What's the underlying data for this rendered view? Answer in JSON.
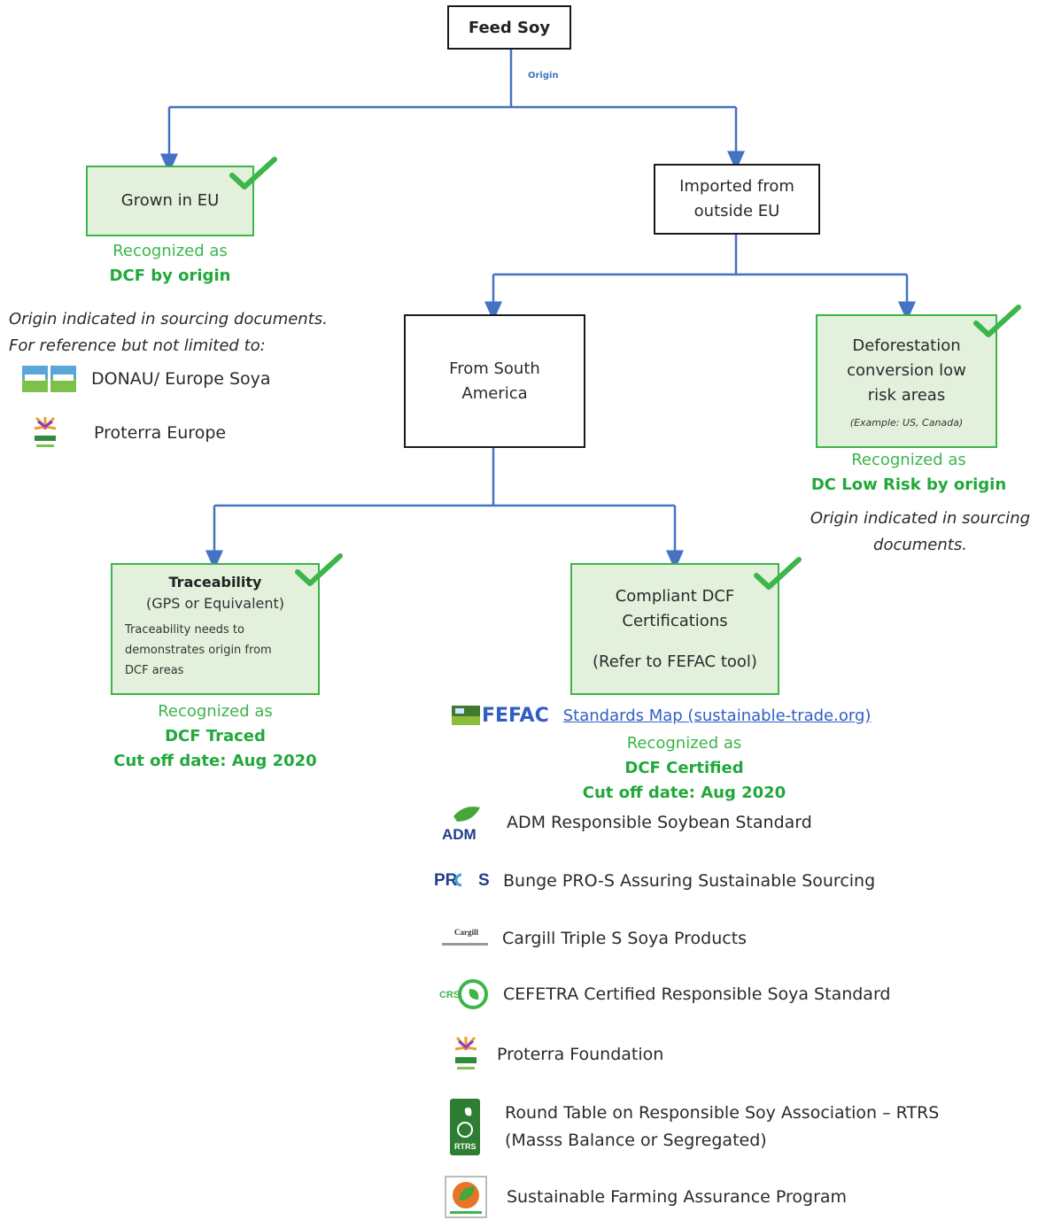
{
  "root": {
    "title": "Feed Soy",
    "edge_label": "Origin"
  },
  "grown_eu": {
    "label": "Grown in EU",
    "recognized": "Recognized as",
    "status": "DCF by origin",
    "note_line1": "Origin indicated in sourcing documents.",
    "note_line2": "For reference but not limited to:",
    "refs": [
      {
        "icon": "donau-soya-logo",
        "label": "DONAU/ Europe Soya"
      },
      {
        "icon": "proterra-logo",
        "label": "Proterra Europe"
      }
    ]
  },
  "imported": {
    "line1": "Imported from",
    "line2": "outside EU"
  },
  "south_america": {
    "line1": "From South",
    "line2": "America"
  },
  "low_risk": {
    "line1": "Deforestation",
    "line2": "conversion low",
    "line3": "risk areas",
    "example": "(Example: US, Canada)",
    "recognized": "Recognized as",
    "status": "DC Low Risk by origin",
    "note_line1": "Origin indicated in sourcing",
    "note_line2": "documents."
  },
  "traceability": {
    "title": "Traceability",
    "subtitle": "(GPS or Equivalent)",
    "desc_line1": "Traceability needs to",
    "desc_line2": "demonstrates origin from",
    "desc_line3": "DCF areas",
    "recognized": "Recognized as",
    "status": "DCF Traced",
    "cutoff": "Cut off date: Aug 2020"
  },
  "certifications": {
    "line1": "Compliant DCF",
    "line2": "Certifications",
    "line3": "(Refer to FEFAC tool)",
    "fefac": "FEFAC",
    "link": "Standards Map (sustainable-trade.org)",
    "recognized": "Recognized as",
    "status": "DCF Certified",
    "cutoff": "Cut off date: Aug 2020",
    "standards": [
      {
        "icon": "adm-logo",
        "label": "ADM Responsible Soybean Standard"
      },
      {
        "icon": "bunge-pros-logo",
        "label": "Bunge PRO-S Assuring Sustainable Sourcing"
      },
      {
        "icon": "cargill-logo",
        "label": "Cargill Triple S Soya Products"
      },
      {
        "icon": "cefetra-crs-logo",
        "label": "CEFETRA Certified Responsible Soya Standard"
      },
      {
        "icon": "proterra-logo",
        "label": "Proterra Foundation"
      },
      {
        "icon": "rtrs-logo",
        "label": "Round Table on Responsible Soy Association – RTRS",
        "label2": "(Masss Balance or Segregated)"
      },
      {
        "icon": "sfap-logo",
        "label": "Sustainable Farming Assurance Program"
      }
    ]
  },
  "colors": {
    "connector": "#4472c4",
    "green": "#3cb54a",
    "green_fill": "#e3f1dc",
    "link": "#2f5fc4"
  }
}
